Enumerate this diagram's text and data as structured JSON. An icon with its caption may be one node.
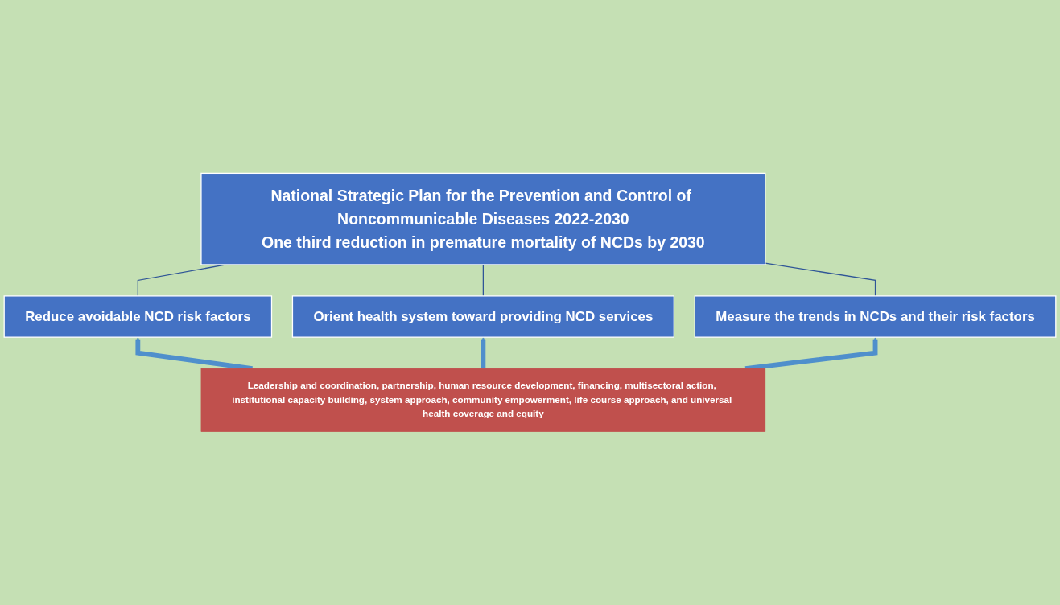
{
  "diagram": {
    "nodes": [
      {
        "text": [
          "National Strategic Plan for the Prevention and Control of Noncommunicable Diseases 2022-2030",
          "One third reduction in premature mortality of NCDs by 2030"
        ]
      },
      {
        "text": [
          "Reduce avoidable NCD risk factors"
        ]
      },
      {
        "text": [
          "Orient health system toward providing NCD services"
        ]
      },
      {
        "text": [
          "Measure the trends in NCDs and their risk factors"
        ]
      },
      {
        "text": [
          "Leadership and coordination, partnership, human resource development, financing, multisectoral action, institutional capacity building, system approach, community empowerment, life course approach, and universal health coverage and equity"
        ]
      }
    ],
    "edges": [
      {
        "from": 0,
        "to": 1,
        "arrow": "none"
      },
      {
        "from": 0,
        "to": 2,
        "arrow": "none"
      },
      {
        "from": 0,
        "to": 3,
        "arrow": "none"
      },
      {
        "from": 4,
        "to": 1,
        "arrow": "to",
        "style": "thick",
        "color": "#4f8fcc"
      },
      {
        "from": 4,
        "to": 2,
        "arrow": "to",
        "style": "thick",
        "color": "#4f8fcc"
      },
      {
        "from": 4,
        "to": 3,
        "arrow": "to",
        "style": "thick",
        "color": "#4f8fcc"
      }
    ]
  }
}
